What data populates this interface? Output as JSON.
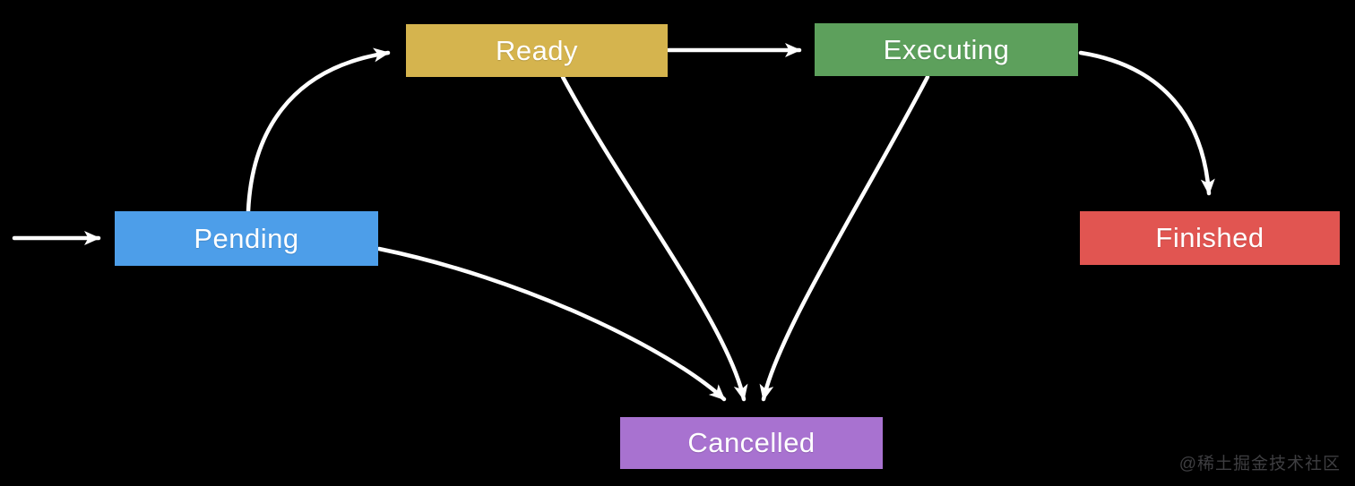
{
  "diagram": {
    "title": "task-state-transition-diagram",
    "background_color": "#000000",
    "arrow_color": "#ffffff",
    "nodes": [
      {
        "id": "pending",
        "label": "Pending",
        "color": "#4d9ee9"
      },
      {
        "id": "ready",
        "label": "Ready",
        "color": "#d5b44e"
      },
      {
        "id": "executing",
        "label": "Executing",
        "color": "#5da05c"
      },
      {
        "id": "finished",
        "label": "Finished",
        "color": "#e15551"
      },
      {
        "id": "cancelled",
        "label": "Cancelled",
        "color": "#a872d0"
      }
    ],
    "edges": [
      {
        "from": "start",
        "to": "pending"
      },
      {
        "from": "pending",
        "to": "ready"
      },
      {
        "from": "ready",
        "to": "executing"
      },
      {
        "from": "executing",
        "to": "finished"
      },
      {
        "from": "pending",
        "to": "cancelled"
      },
      {
        "from": "ready",
        "to": "cancelled"
      },
      {
        "from": "executing",
        "to": "cancelled"
      }
    ]
  },
  "watermark": {
    "text": "@稀土掘金技术社区"
  }
}
